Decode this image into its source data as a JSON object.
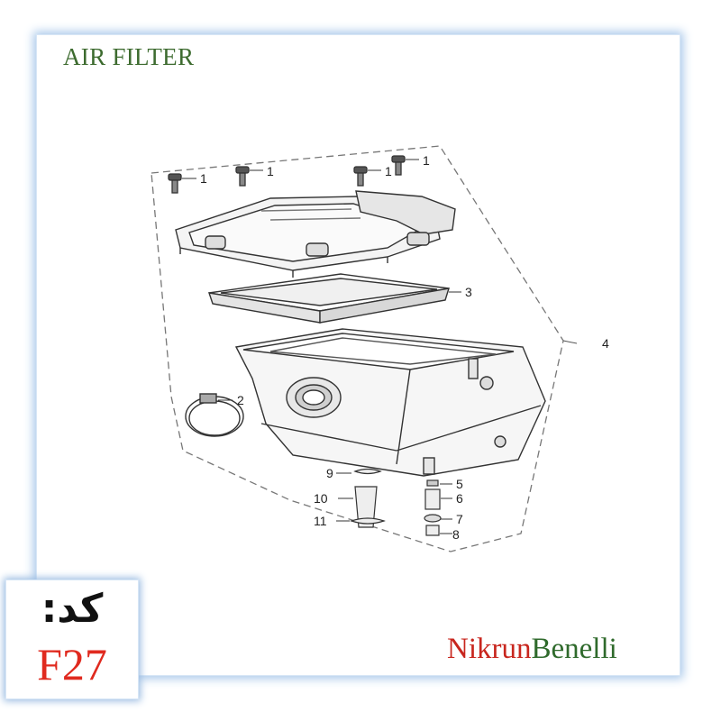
{
  "title": "AIR FILTER",
  "code": {
    "label": "کد:",
    "value": "F27"
  },
  "brand": {
    "part1": "Nikrun",
    "part2": "Benelli"
  },
  "callouts": [
    "1",
    "1",
    "1",
    "1",
    "3",
    "4",
    "2",
    "9",
    "5",
    "10",
    "6",
    "11",
    "7",
    "8"
  ],
  "colors": {
    "title": "#3d6b2f",
    "code": "#e02a1f",
    "brand_red": "#c8261e",
    "brand_green": "#2f6a2c",
    "frame_glow": "#a9c8ea"
  }
}
